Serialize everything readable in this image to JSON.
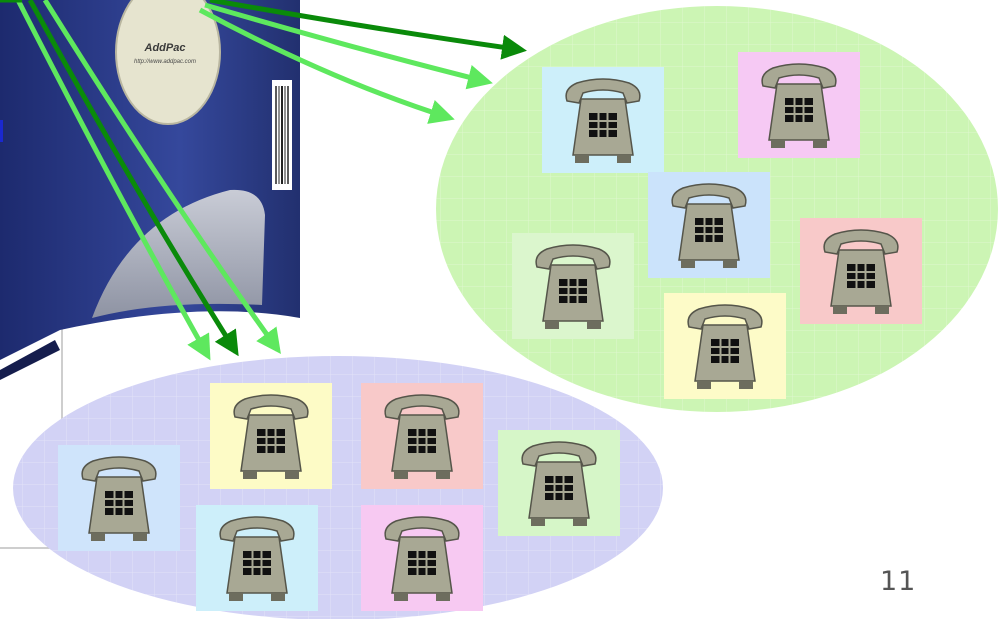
{
  "device": {
    "brand": "AddPac",
    "url": "http://www.addpac.com"
  },
  "page_number": "11",
  "groups": {
    "upper": {
      "fill": "#ccf5b4",
      "phones": [
        {
          "tile_color": "#cdeffa"
        },
        {
          "tile_color": "#f6c9f4"
        },
        {
          "tile_color": "#cbe3fb"
        },
        {
          "tile_color": "#dbf6cd"
        },
        {
          "tile_color": "#f8c9c9"
        },
        {
          "tile_color": "#fdfbc8"
        }
      ]
    },
    "lower": {
      "fill": "#d2d2f5",
      "phones": [
        {
          "tile_color": "#cfe4fb"
        },
        {
          "tile_color": "#fdfbc6"
        },
        {
          "tile_color": "#cdeffa"
        },
        {
          "tile_color": "#f8c9c9"
        },
        {
          "tile_color": "#f7c9f2"
        },
        {
          "tile_color": "#d6f6c8"
        }
      ]
    }
  },
  "arrow_colors": {
    "dark": "#0a8a0a",
    "light": "#5ee85e"
  },
  "colors": {
    "device_body": "#2b3a8a",
    "phone_body": "#a8a894",
    "keypad": "#111111"
  }
}
